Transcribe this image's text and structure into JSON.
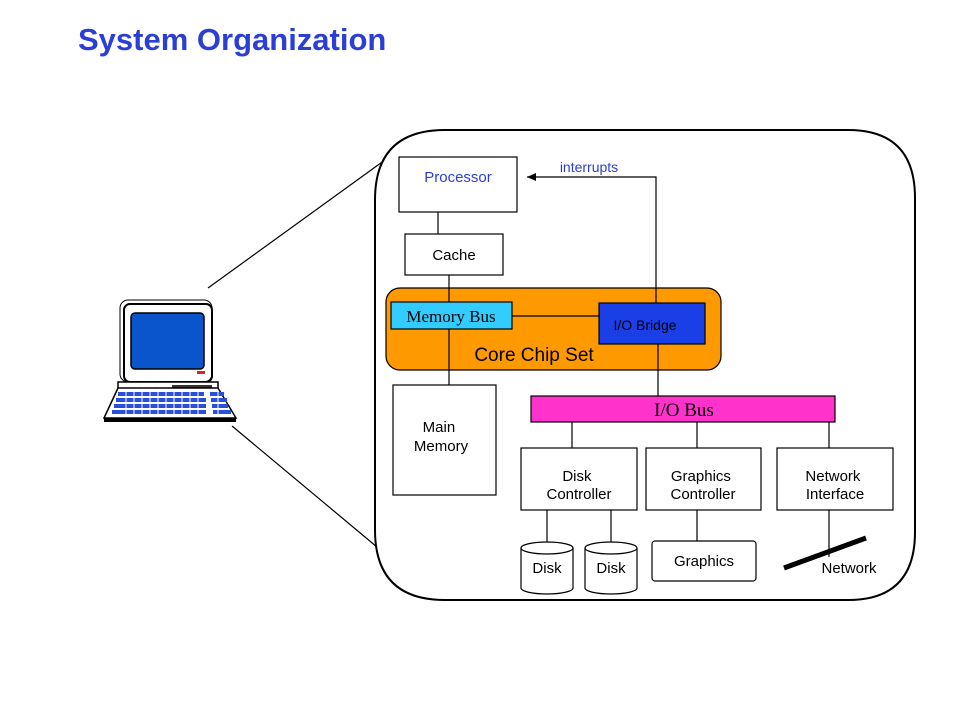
{
  "title": "System Organization",
  "labels": {
    "processor": "Processor",
    "interrupts": "interrupts",
    "cache": "Cache",
    "memory_bus": "Memory Bus",
    "io_bridge": "I/O Bridge",
    "core_chip_set": "Core Chip Set",
    "main_memory": [
      "Main",
      "Memory"
    ],
    "io_bus": "I/O Bus",
    "disk_controller": [
      "Disk",
      "Controller"
    ],
    "graphics_controller": [
      "Graphics",
      "Controller"
    ],
    "network_interface": [
      "Network",
      "Interface"
    ],
    "disk_1": "Disk",
    "disk_2": "Disk",
    "graphics": "Graphics",
    "network": "Network"
  },
  "colors": {
    "title": "#2b3fd6",
    "processor_text": "#2b3fd6",
    "interrupts_text": "#2b3fd6",
    "core_chip_set": "#ff9900",
    "memory_bus": "#33ccff",
    "io_bridge": "#1a3fe6",
    "io_bus": "#ff33cc",
    "monitor_screen": "#0a55cc"
  }
}
